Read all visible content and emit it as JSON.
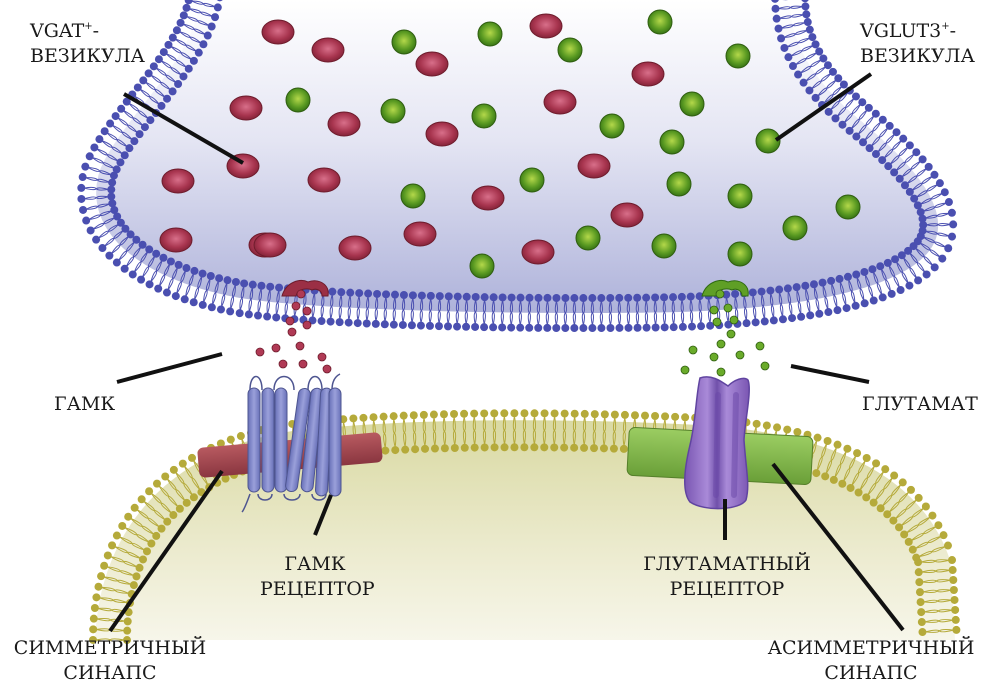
{
  "labels": {
    "vgat_vesicle": {
      "line1_prefix": "VGAT",
      "line1_sup": "+",
      "line1_suffix": "-",
      "line2": "ВЕЗИКУЛА"
    },
    "vglut3_vesicle": {
      "line1_prefix": "VGLUT3",
      "line1_sup": "+",
      "line1_suffix": "-",
      "line2": "ВЕЗИКУЛА"
    },
    "gaba": "ГАМК",
    "glutamate": "ГЛУТАМАТ",
    "gaba_receptor": {
      "line1": "ГАМК",
      "line2": "РЕЦЕПТОР"
    },
    "glutamate_receptor": {
      "line1": "ГЛУТАМАТНЫЙ",
      "line2": "РЕЦЕПТОР"
    },
    "symmetric_synapse": {
      "line1": "СИММЕТРИЧНЫЙ",
      "line2": "СИНАПС"
    },
    "asymmetric_synapse": {
      "line1": "АСИММЕТРИЧНЫЙ",
      "line2": "СИНАПС"
    }
  },
  "colors": {
    "presynaptic_membrane": "#4a4fb0",
    "presynaptic_fill_top": "#ffffff",
    "presynaptic_fill_bottom": "#b8bbdf",
    "postsynaptic_membrane": "#b5aa3a",
    "postsynaptic_fill_top": "#d8d8a0",
    "postsynaptic_fill_bottom": "#f5f4e4",
    "gaba_vesicle": "#9b2f45",
    "glutamate_vesicle": "#4f8f1e",
    "gaba_receptor": "#7c84c8",
    "glutamate_receptor": "#8c6cc0",
    "symmetric_density": "#a4464e",
    "asymmetric_density": "#7fb34a",
    "leader_line": "#111111"
  },
  "vesicle_counts": {
    "gaba_red": 21,
    "glutamate_green": 22
  }
}
